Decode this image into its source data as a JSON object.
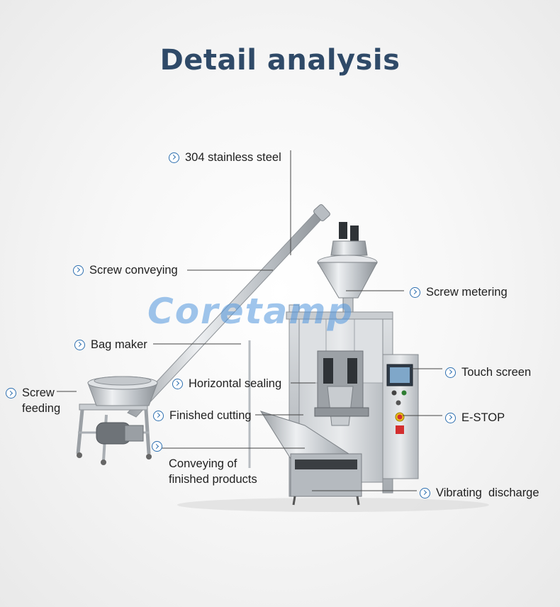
{
  "title": "Detail analysis",
  "watermark": "Coretamp",
  "callouts": {
    "stainless_steel": "304 stainless steel",
    "screw_conveying": "Screw conveying",
    "screw_metering": "Screw metering",
    "bag_maker": "Bag maker",
    "touch_screen": "Touch screen",
    "horizontal_sealing": "Horizontal sealing",
    "screw_feeding_line1": "Screw",
    "screw_feeding_line2": "feeding",
    "finished_cutting": "Finished cutting",
    "estop": "E-STOP",
    "conveying_line1": "Conveying of",
    "conveying_line2": "finished products",
    "vibrating_discharge": "Vibrating  discharge"
  },
  "colors": {
    "title": "#2f4a68",
    "icon": "#2d6fb0",
    "leader_line": "#444444",
    "watermark": "#5096dc"
  },
  "icon": "chevron-circle-icon"
}
